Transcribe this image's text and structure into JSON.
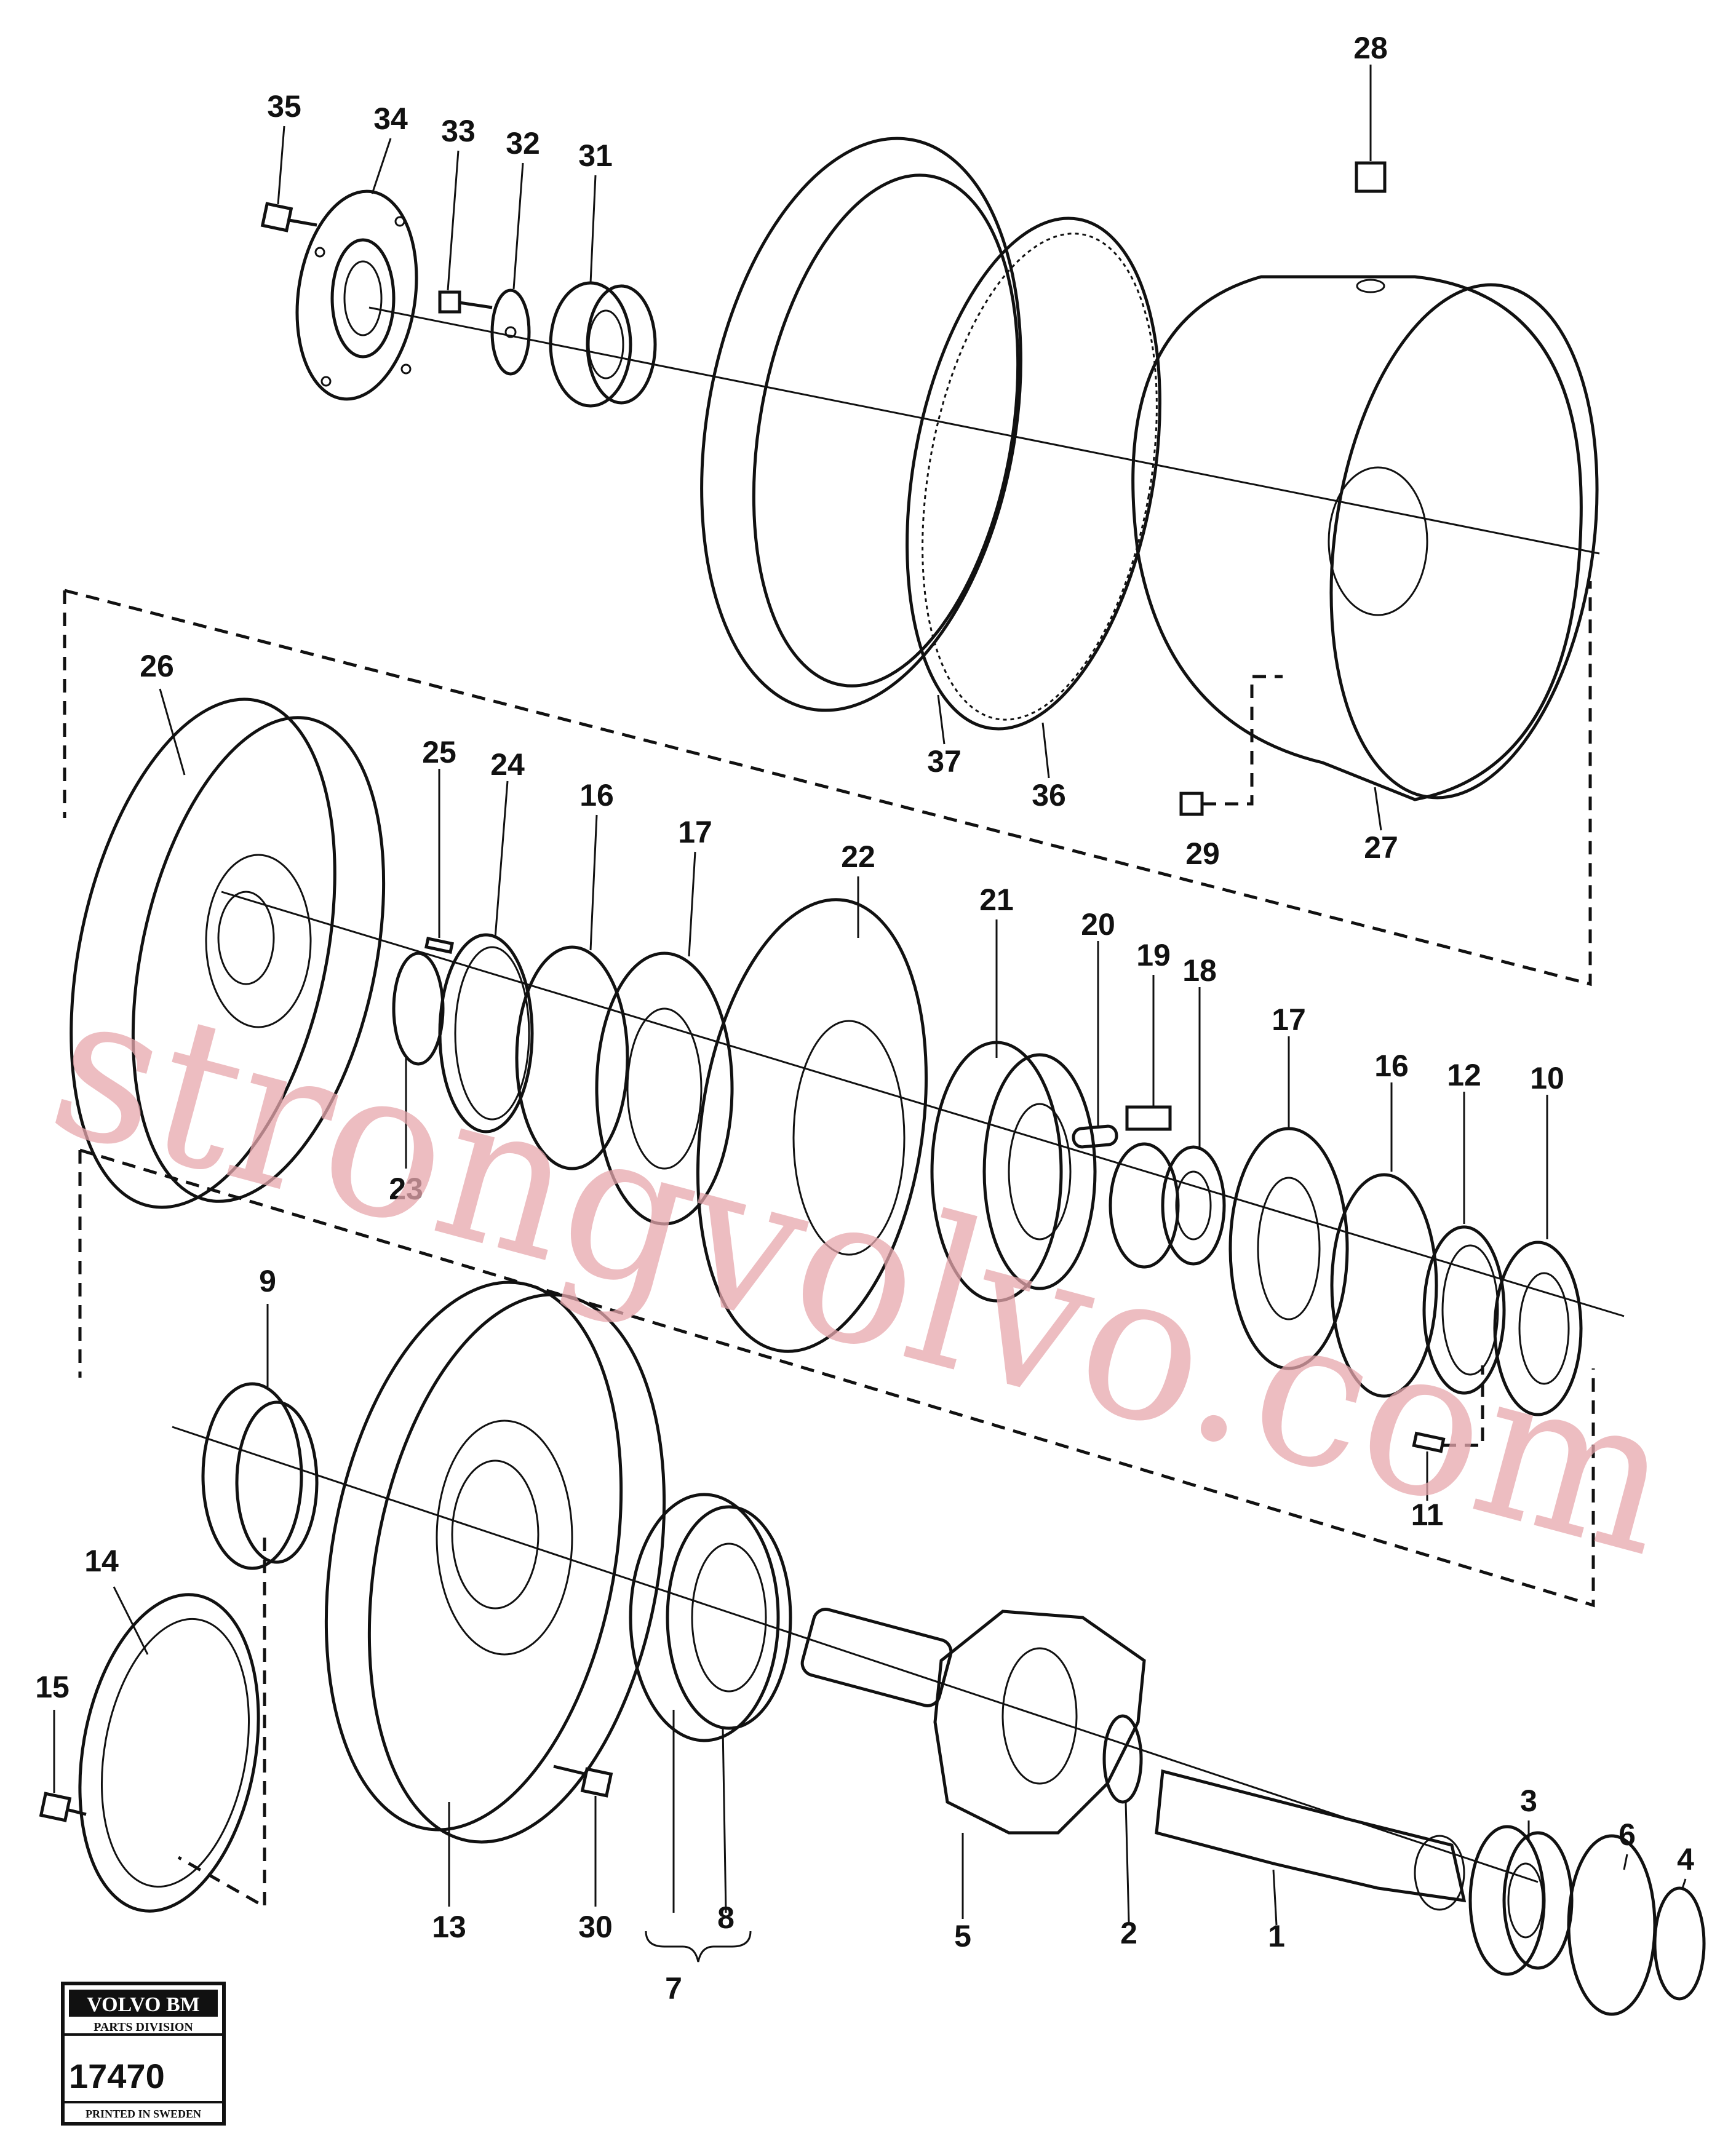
{
  "callouts": {
    "c1": "1",
    "c2": "2",
    "c3": "3",
    "c4": "4",
    "c5": "5",
    "c6": "6",
    "c7": "7",
    "c8": "8",
    "c9": "9",
    "c10": "10",
    "c11": "11",
    "c12": "12",
    "c13": "13",
    "c14": "14",
    "c15": "15",
    "c16a": "16",
    "c16b": "16",
    "c17a": "17",
    "c17b": "17",
    "c18": "18",
    "c19": "19",
    "c20": "20",
    "c21": "21",
    "c22": "22",
    "c23": "23",
    "c24": "24",
    "c25": "25",
    "c26": "26",
    "c27": "27",
    "c28": "28",
    "c29": "29",
    "c30": "30",
    "c31": "31",
    "c32": "32",
    "c33": "33",
    "c34": "34",
    "c35": "35",
    "c36": "36",
    "c37": "37"
  },
  "stamp": {
    "brand": "VOLVO BM",
    "division": "PARTS DIVISION",
    "number": "17470",
    "printed": "PRINTED IN SWEDEN"
  },
  "watermark": "strongvolvo.com"
}
